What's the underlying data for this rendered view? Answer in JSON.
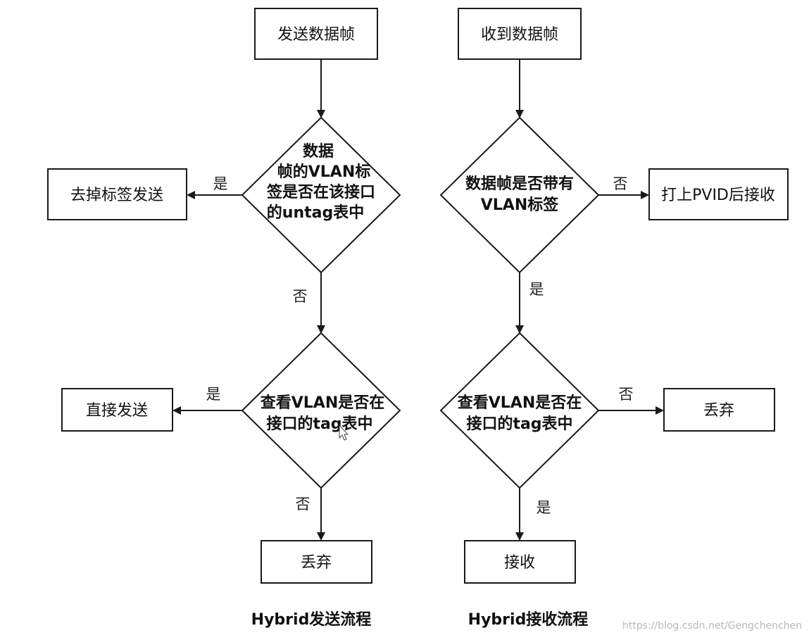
{
  "send_flow": {
    "caption": "Hybrid发送流程",
    "start": "发送数据帧",
    "decision1": {
      "lines": [
        "数据",
        "帧的VLAN标",
        "签是否在该接口",
        "的untag表中"
      ],
      "yes_label": "是",
      "no_label": "否",
      "yes_result": "去掉标签发送"
    },
    "decision2": {
      "lines": [
        "查看VLAN是否在",
        "接口的tag表中"
      ],
      "yes_label": "是",
      "no_label": "否",
      "yes_result": "直接发送",
      "no_result": "丢弃"
    }
  },
  "recv_flow": {
    "caption": "Hybrid接收流程",
    "start": "收到数据帧",
    "decision1": {
      "lines": [
        "数据帧是否带有",
        "VLAN标签"
      ],
      "no_label": "否",
      "yes_label": "是",
      "no_result": "打上PVID后接收"
    },
    "decision2": {
      "lines": [
        "查看VLAN是否在",
        "接口的tag表中"
      ],
      "no_label": "否",
      "yes_label": "是",
      "no_result": "丢弃",
      "yes_result": "接收"
    }
  },
  "watermark": "https://blog.csdn.net/Gengchenchen"
}
